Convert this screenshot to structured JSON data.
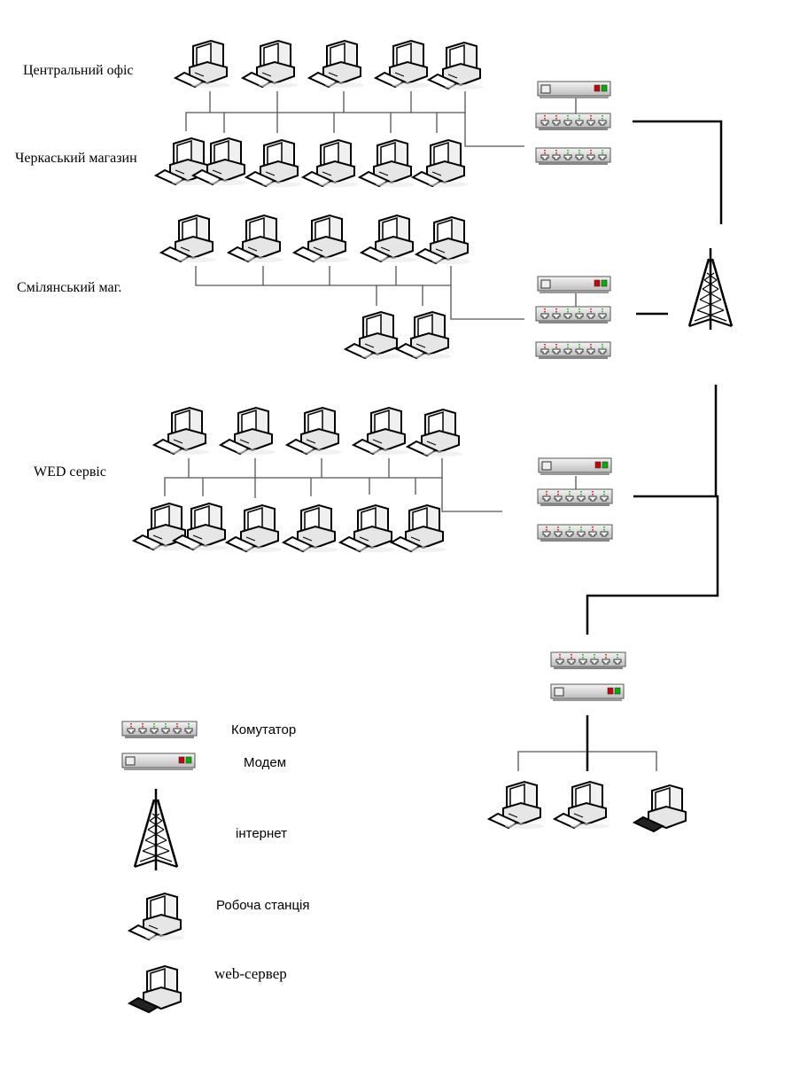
{
  "diagram": {
    "title": "",
    "groups": [
      {
        "id": "central-office",
        "label": "Центральний офіс",
        "workstations": 5
      },
      {
        "id": "cherkasy-store",
        "label": "Черкаський магазин",
        "workstations": 6
      },
      {
        "id": "smila-store",
        "label": "Смілянський маг.",
        "workstations": 7
      },
      {
        "id": "web-service",
        "label": "WED сервіс",
        "workstations": 11
      },
      {
        "id": "server-site",
        "label": "",
        "workstations": 2,
        "web_servers": 1
      }
    ],
    "legend": [
      {
        "icon": "switch-icon",
        "label": "Комутатор"
      },
      {
        "icon": "modem-icon",
        "label": "Модем"
      },
      {
        "icon": "tower-icon",
        "label": "інтернет"
      },
      {
        "icon": "workstation-icon",
        "label": "Робоча станція"
      },
      {
        "icon": "web-server-icon",
        "label": "web-сервер"
      }
    ],
    "colors": {
      "line": "#000000",
      "thin_line": "#555555",
      "device_body": "#d9d9d9",
      "led_red": "#cc0000",
      "led_green": "#00b000"
    }
  }
}
